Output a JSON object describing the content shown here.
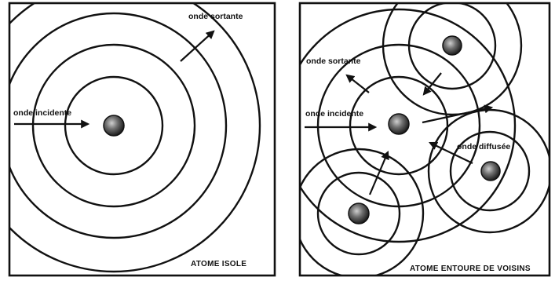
{
  "left_panel": {
    "label_incident": "onde incidente",
    "label_outgoing": "onde sortante",
    "caption": "ATOME ISOLE"
  },
  "right_panel": {
    "label_incident": "onde incidente",
    "label_outgoing": "onde sortante",
    "label_scattered": "onde diffusée",
    "caption": "ATOME ENTOURE DE VOISINS"
  },
  "colors": {
    "ink": "#111111",
    "paper": "#ffffff"
  }
}
